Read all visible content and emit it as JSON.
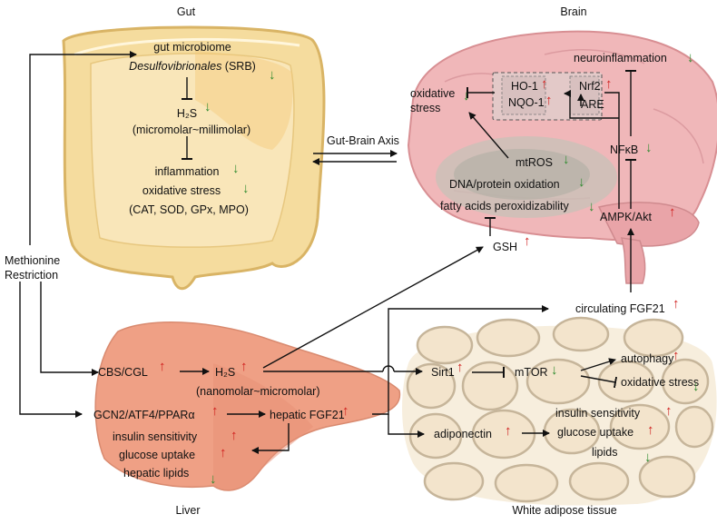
{
  "symbols": {
    "up": "↑",
    "down": "↓"
  },
  "colors": {
    "up_arrow": "#d0201e",
    "down_arrow": "#2e8b2e",
    "gut": "#f5dc9e",
    "brain": "#f0b7b9",
    "liver": "#efa085",
    "adipose": "#f3e4cc"
  },
  "regions": {
    "gut": "Gut",
    "brain": "Brain",
    "liver": "Liver",
    "adipose": "White adipose tissue"
  },
  "axis_label": "Gut-Brain Axis",
  "treatment": [
    "Methionine",
    "Restriction"
  ],
  "gut": {
    "microbiome": "gut microbiome",
    "srb_italic": "Desulfovibrionales",
    "srb_tail": " (SRB)",
    "h2s": "H₂S",
    "h2s_conc": "(micromolar~millimolar)",
    "inflammation": "inflammation",
    "oxstress": "oxidative stress",
    "markers": "(CAT, SOD, GPx, MPO)"
  },
  "brain": {
    "neuroinflammation": "neuroinflammation",
    "oxstress": [
      "oxidative",
      "stress"
    ],
    "ho1": "HO-1",
    "nqo1": "NQO-1",
    "nrf2": "Nrf2",
    "are": "ARE",
    "nfkb": "NFκB",
    "mtros": "mtROS",
    "dna": "DNA/protein oxidation",
    "fatty": "fatty acids peroxidizability",
    "ampk": "AMPK/Akt",
    "gsh": "GSH"
  },
  "liver": {
    "cbs": "CBS/CGL",
    "h2s": "H₂S",
    "h2s_conc": "(nanomolar~micromolar)",
    "gcn2": "GCN2/ATF4/PPARα",
    "fgf21": "hepatic FGF21",
    "insulin": "insulin sensitivity",
    "glucose": "glucose uptake",
    "lipids": "hepatic lipids"
  },
  "adipose": {
    "circ_fgf21": "circulating FGF21",
    "sirt1": "Sirt1",
    "mtor": "mTOR",
    "autophagy": "autophagy",
    "oxstress": "oxidative stress",
    "adiponectin": "adiponectin",
    "insulin": "insulin sensitivity",
    "glucose": "glucose uptake",
    "lipids": "lipids"
  }
}
